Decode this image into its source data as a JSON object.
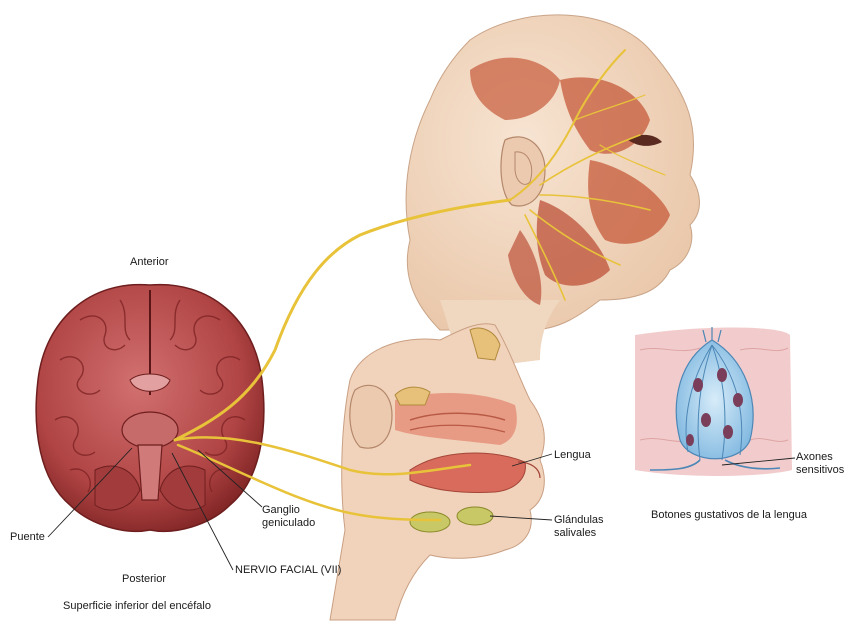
{
  "labels": {
    "anterior": "Anterior",
    "posterior": "Posterior",
    "surface_caption": "Superficie inferior del encéfalo",
    "puente": "Puente",
    "ganglio_line1": "Ganglio",
    "ganglio_line2": "geniculado",
    "nervio_facial": "NERVIO FACIAL (VII)",
    "lengua": "Lengua",
    "glandulas_line1": "Glándulas",
    "glandulas_line2": "salivales",
    "axones_line1": "Axones",
    "axones_line2": "sensitivos",
    "botones_caption": "Botones gustativos de la lengua"
  },
  "colors": {
    "nerve": "#e8c33a",
    "brain": "#b84a4a",
    "brain_dark": "#7e2323",
    "muscle": "#c65a3a",
    "skin": "#f3dcc8",
    "tissue_pink": "#f1c6c6",
    "taste_bud_blue": "#9cc9e8",
    "nucleus": "#7a3e5a"
  }
}
